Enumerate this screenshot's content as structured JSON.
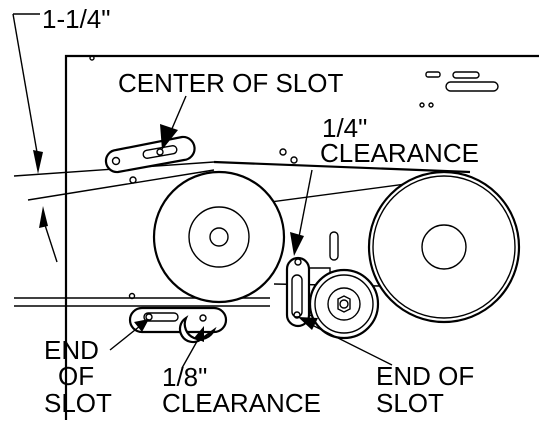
{
  "labels": {
    "belt_offset": "1-1/4\"",
    "center_of_slot": "CENTER OF SLOT",
    "quarter_clearance_line1": "1/4\"",
    "quarter_clearance_line2": "CLEARANCE",
    "end_of_slot_left_line1": "END",
    "end_of_slot_left_line2": "OF",
    "end_of_slot_left_line3": "SLOT",
    "eighth_clearance_line1": "1/8\"",
    "eighth_clearance_line2": "CLEARANCE",
    "end_of_slot_right_line1": "END OF",
    "end_of_slot_right_line2": "SLOT"
  }
}
